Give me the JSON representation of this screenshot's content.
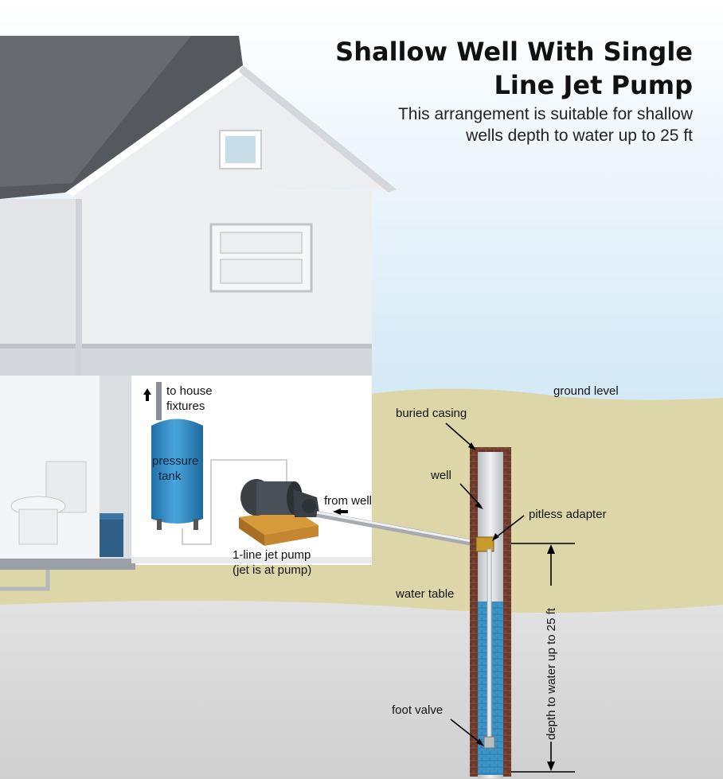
{
  "title_line1": "Shallow Well With Single",
  "title_line2": "Line Jet Pump",
  "subtitle_line1": "This arrangement is suitable for shallow",
  "subtitle_line2": "wells depth to water up to 25 ft",
  "labels": {
    "to_house_line1": "to house",
    "to_house_line2": "fixtures",
    "pressure_tank_line1": "pressure",
    "pressure_tank_line2": "tank",
    "from_well": "from well",
    "jet_pump_line1": "1-line jet pump",
    "jet_pump_line2": "(jet is at pump)",
    "ground_level": "ground level",
    "buried_casing": "buried casing",
    "well": "well",
    "pitless_adapter": "pitless adapter",
    "water_table": "water table",
    "foot_valve": "foot valve",
    "depth": "depth to water up to 25 ft"
  },
  "colors": {
    "sky": "#d9ecf7",
    "house_wall": "#e9ebed",
    "roof": "#55595e",
    "ground_tan": "#ddd6a9",
    "ground_grey": "#dcdcdc",
    "casing": "#6b3a2a",
    "water": "#3c93c6",
    "tank": "#2e86c1",
    "pump_base": "#d79a3a"
  }
}
